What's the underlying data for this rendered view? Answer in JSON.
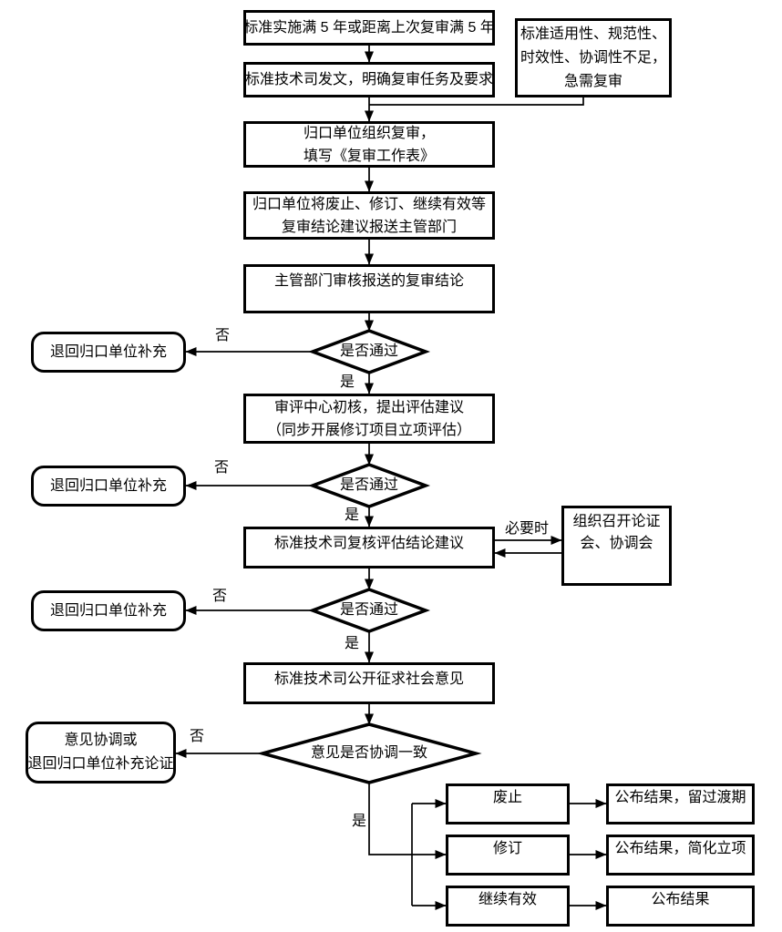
{
  "flowchart": {
    "nodes": {
      "start": {
        "label": "标准实施满 5 年或距离上次复审满 5 年"
      },
      "issue_notice": {
        "label": "标准技术司发文，明确复审任务及要求"
      },
      "urgent_trigger": {
        "line1": "标准适用性、规范性、",
        "line2": "时效性、协调性不足，",
        "line3": "急需复审"
      },
      "organize_review": {
        "line1": "归口单位组织复审，",
        "line2": "填写《复审工作表》"
      },
      "submit_conclusion": {
        "line1": "归口单位将废止、修订、继续有效等",
        "line2": "复审结论建议报送主管部门"
      },
      "dept_review": {
        "label": "主管部门审核报送的复审结论"
      },
      "decision_pass_1": {
        "label": "是否通过"
      },
      "return_supplement_1": {
        "label": "退回归口单位补充"
      },
      "center_initial_check": {
        "line1": "审评中心初核，提出评估建议",
        "line2": "（同步开展修订项目立项评估）"
      },
      "decision_pass_2": {
        "label": "是否通过"
      },
      "return_supplement_2": {
        "label": "退回归口单位补充"
      },
      "tech_dept_recheck": {
        "label": "标准技术司复核评估结论建议"
      },
      "hold_meetings": {
        "line1": "组织召开论证",
        "line2": "会、协调会"
      },
      "decision_pass_3": {
        "label": "是否通过"
      },
      "return_supplement_3": {
        "label": "退回归口单位补充"
      },
      "public_consultation": {
        "label": "标准技术司公开征求社会意见"
      },
      "decision_consensus": {
        "label": "意见是否协调一致"
      },
      "coordinate_or_return": {
        "line1": "意见协调或",
        "line2": "退回归口单位补充论证"
      },
      "outcome_abolish": {
        "label": "废止"
      },
      "outcome_revise": {
        "label": "修订"
      },
      "outcome_continue": {
        "label": "继续有效"
      },
      "result_abolish": {
        "label": "公布结果，留过渡期"
      },
      "result_revise": {
        "label": "公布结果，简化立项"
      },
      "result_continue": {
        "label": "公布结果"
      }
    },
    "edge_labels": {
      "no": "否",
      "yes": "是",
      "when_necessary": "必要时"
    },
    "colors": {
      "line": "#000000",
      "box_border": "#000000",
      "background": "#ffffff",
      "text": "#000000"
    }
  }
}
